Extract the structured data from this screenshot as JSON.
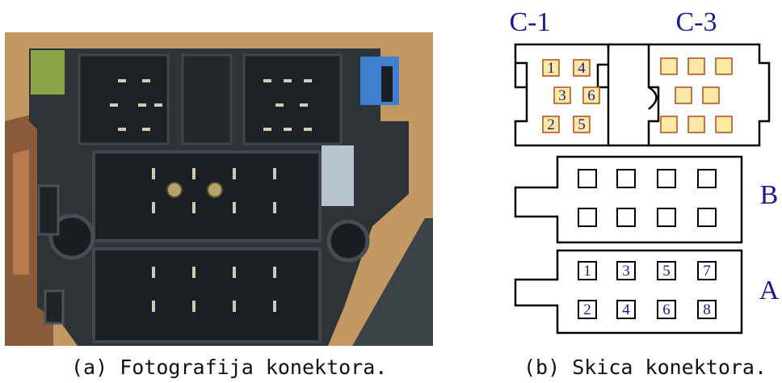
{
  "photo": {
    "caption": "(a) Fotografija konektora."
  },
  "sketch": {
    "caption": "(b) Skica konektora.",
    "blocks": {
      "c1": {
        "label": "C-1",
        "pins": [
          "1",
          "4",
          "3",
          "6",
          "2",
          "5"
        ]
      },
      "c3": {
        "label": "C-3"
      },
      "b": {
        "label": "B"
      },
      "a": {
        "label": "A",
        "pins": [
          "1",
          "3",
          "5",
          "7",
          "2",
          "4",
          "6",
          "8"
        ]
      }
    },
    "colors": {
      "label": "#1a1a8e",
      "pin_fill": "#fde9a6",
      "pin_border": "#b24a1e",
      "outline": "#000000"
    }
  }
}
